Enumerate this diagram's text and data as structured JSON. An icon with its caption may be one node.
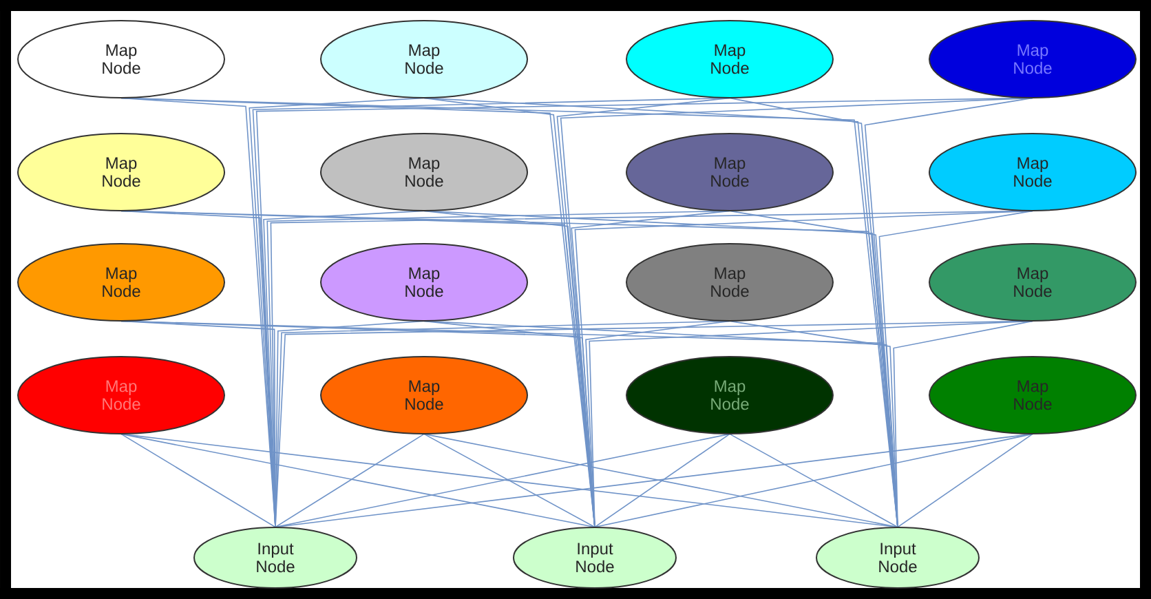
{
  "diagram": {
    "nodes": [
      {
        "text": [
          "Map Node"
        ]
      },
      {
        "text": [
          "Map Node"
        ]
      },
      {
        "text": [
          "Map Node"
        ]
      },
      {
        "text": [
          "Map Node"
        ]
      },
      {
        "text": [
          "Map Node"
        ]
      },
      {
        "text": [
          "Map Node"
        ]
      },
      {
        "text": [
          "Map Node"
        ]
      },
      {
        "text": [
          "Map Node"
        ]
      },
      {
        "text": [
          "Map Node"
        ]
      },
      {
        "text": [
          "Map Node"
        ]
      },
      {
        "text": [
          "Map Node"
        ]
      },
      {
        "text": [
          "Map Node"
        ]
      },
      {
        "text": [
          "Map Node"
        ]
      },
      {
        "text": [
          "Map Node"
        ]
      },
      {
        "text": [
          "Map Node"
        ]
      },
      {
        "text": [
          "Map Node"
        ]
      },
      {
        "text": [
          "Input Node"
        ]
      },
      {
        "text": [
          "Input Node"
        ]
      },
      {
        "text": [
          "Input Node"
        ]
      }
    ],
    "edges": [
      {
        "from": 16,
        "to": 0,
        "arrow": "none"
      },
      {
        "from": 16,
        "to": 1,
        "arrow": "none"
      },
      {
        "from": 16,
        "to": 2,
        "arrow": "none"
      },
      {
        "from": 16,
        "to": 3,
        "arrow": "none"
      },
      {
        "from": 16,
        "to": 4,
        "arrow": "none"
      },
      {
        "from": 16,
        "to": 5,
        "arrow": "none"
      },
      {
        "from": 16,
        "to": 6,
        "arrow": "none"
      },
      {
        "from": 16,
        "to": 7,
        "arrow": "none"
      },
      {
        "from": 16,
        "to": 8,
        "arrow": "none"
      },
      {
        "from": 16,
        "to": 9,
        "arrow": "none"
      },
      {
        "from": 16,
        "to": 10,
        "arrow": "none"
      },
      {
        "from": 16,
        "to": 11,
        "arrow": "none"
      },
      {
        "from": 16,
        "to": 12,
        "arrow": "none"
      },
      {
        "from": 16,
        "to": 13,
        "arrow": "none"
      },
      {
        "from": 16,
        "to": 14,
        "arrow": "none"
      },
      {
        "from": 16,
        "to": 15,
        "arrow": "none"
      },
      {
        "from": 17,
        "to": 0,
        "arrow": "none"
      },
      {
        "from": 17,
        "to": 1,
        "arrow": "none"
      },
      {
        "from": 17,
        "to": 2,
        "arrow": "none"
      },
      {
        "from": 17,
        "to": 3,
        "arrow": "none"
      },
      {
        "from": 17,
        "to": 4,
        "arrow": "none"
      },
      {
        "from": 17,
        "to": 5,
        "arrow": "none"
      },
      {
        "from": 17,
        "to": 6,
        "arrow": "none"
      },
      {
        "from": 17,
        "to": 7,
        "arrow": "none"
      },
      {
        "from": 17,
        "to": 8,
        "arrow": "none"
      },
      {
        "from": 17,
        "to": 9,
        "arrow": "none"
      },
      {
        "from": 17,
        "to": 10,
        "arrow": "none"
      },
      {
        "from": 17,
        "to": 11,
        "arrow": "none"
      },
      {
        "from": 17,
        "to": 12,
        "arrow": "none"
      },
      {
        "from": 17,
        "to": 13,
        "arrow": "none"
      },
      {
        "from": 17,
        "to": 14,
        "arrow": "none"
      },
      {
        "from": 17,
        "to": 15,
        "arrow": "none"
      },
      {
        "from": 18,
        "to": 0,
        "arrow": "none"
      },
      {
        "from": 18,
        "to": 1,
        "arrow": "none"
      },
      {
        "from": 18,
        "to": 2,
        "arrow": "none"
      },
      {
        "from": 18,
        "to": 3,
        "arrow": "none"
      },
      {
        "from": 18,
        "to": 4,
        "arrow": "none"
      },
      {
        "from": 18,
        "to": 5,
        "arrow": "none"
      },
      {
        "from": 18,
        "to": 6,
        "arrow": "none"
      },
      {
        "from": 18,
        "to": 7,
        "arrow": "none"
      },
      {
        "from": 18,
        "to": 8,
        "arrow": "none"
      },
      {
        "from": 18,
        "to": 9,
        "arrow": "none"
      },
      {
        "from": 18,
        "to": 10,
        "arrow": "none"
      },
      {
        "from": 18,
        "to": 11,
        "arrow": "none"
      },
      {
        "from": 18,
        "to": 12,
        "arrow": "none"
      },
      {
        "from": 18,
        "to": 13,
        "arrow": "none"
      },
      {
        "from": 18,
        "to": 14,
        "arrow": "none"
      },
      {
        "from": 18,
        "to": 15,
        "arrow": "none"
      }
    ]
  }
}
